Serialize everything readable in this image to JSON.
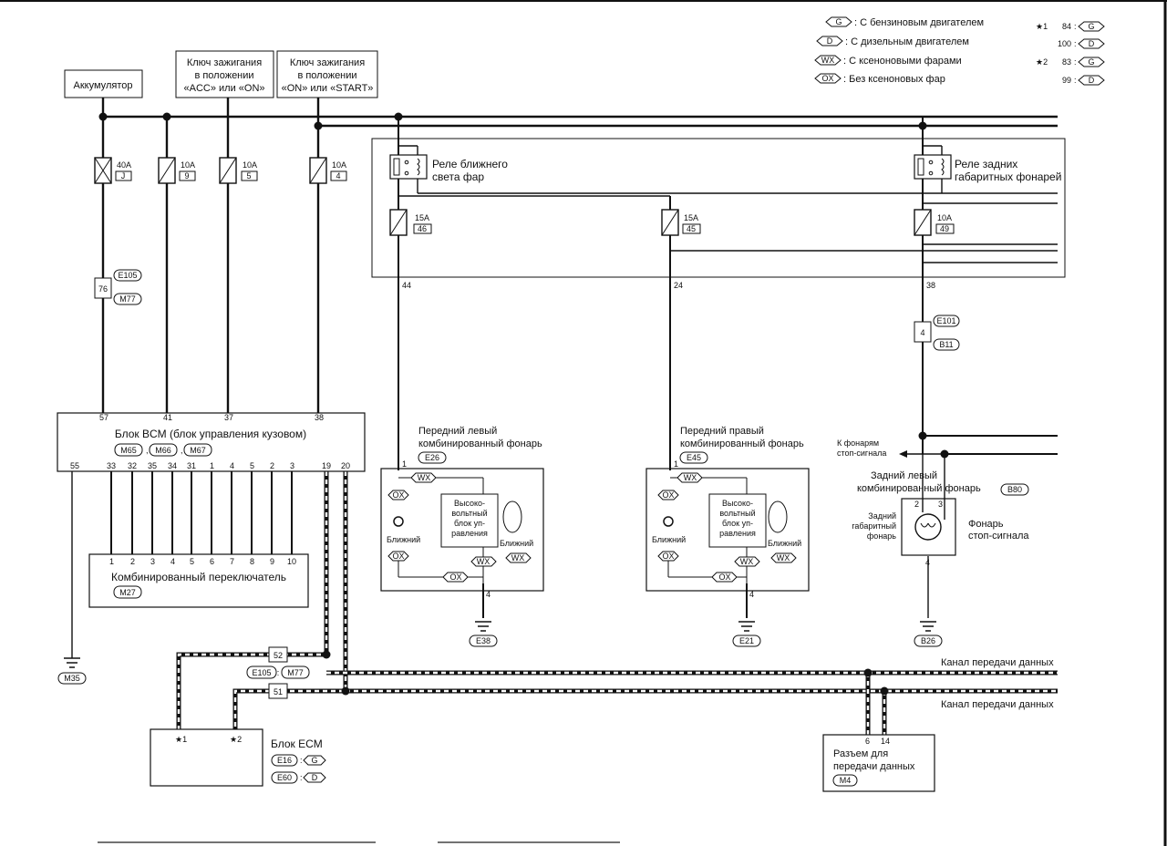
{
  "legend": {
    "items": [
      {
        "code": "G",
        "text": ": С бензиновым двигателем"
      },
      {
        "code": "D",
        "text": ": С дизельным двигателем"
      },
      {
        "code": "WX",
        "text": ": С ксеноновыми фарами"
      },
      {
        "code": "OX",
        "text": ": Без ксеноновых фар"
      }
    ],
    "notes": [
      {
        "mark": "★1",
        "rows": [
          {
            "pin": "84",
            "code": "G"
          },
          {
            "pin": "100",
            "code": "D"
          }
        ]
      },
      {
        "mark": "★2",
        "rows": [
          {
            "pin": "83",
            "code": "G"
          },
          {
            "pin": "99",
            "code": "D"
          }
        ]
      }
    ]
  },
  "sources": {
    "battery": "Аккумулятор",
    "ign_acc": [
      "Ключ зажигания",
      "в положении",
      "«ACC» или «ON»"
    ],
    "ign_start": [
      "Ключ зажигания",
      "в положении",
      "«ON» или «START»"
    ]
  },
  "fuses": [
    {
      "rating": "40A",
      "id": "J"
    },
    {
      "rating": "10A",
      "id": "9"
    },
    {
      "rating": "10A",
      "id": "5"
    },
    {
      "rating": "10A",
      "id": "4"
    },
    {
      "rating": "15A",
      "id": "46"
    },
    {
      "rating": "15A",
      "id": "45"
    },
    {
      "rating": "10A",
      "id": "49"
    }
  ],
  "relays": {
    "low_beam": [
      "Реле ближнего",
      "света фар"
    ],
    "tail": [
      "Реле задних",
      "габаритных фонарей"
    ]
  },
  "connectors": {
    "bcm_in": {
      "pin": "76",
      "top": "E105",
      "bottom": "M77"
    },
    "rear_in": {
      "pin": "4",
      "top": "E101",
      "bottom": "B11"
    },
    "joint": {
      "pin_top": "52",
      "pin_bottom": "51",
      "left": "E105",
      "right": "M77"
    }
  },
  "wire_numbers": {
    "w44": "44",
    "w24": "24",
    "w38": "38"
  },
  "bcm": {
    "title": "Блок BCM (блок управления кузовом)",
    "connectors": [
      "M65",
      "M66",
      "M67"
    ],
    "top_pins": [
      "57",
      "41",
      "37",
      "38"
    ],
    "bottom_pins": [
      "55",
      "33",
      "32",
      "35",
      "34",
      "31",
      "1",
      "4",
      "5",
      "2",
      "3",
      "19",
      "20"
    ]
  },
  "combi_switch": {
    "title": "Комбинированный переключатель",
    "connector": "M27",
    "pins": [
      "1",
      "2",
      "3",
      "4",
      "5",
      "6",
      "7",
      "8",
      "9",
      "10"
    ]
  },
  "grounds": {
    "bcm": "M35",
    "left": "E38",
    "right": "E21",
    "rear": "B26"
  },
  "front_left": {
    "title": [
      "Передний левый",
      "комбинированный фонарь"
    ],
    "connector": "E26",
    "unit": [
      "Высоко-",
      "вольтный",
      "блок уп-",
      "равления"
    ],
    "low": "Ближний",
    "pin_in": "1",
    "pin_gnd": "4"
  },
  "front_right": {
    "title": [
      "Передний правый",
      "комбинированный фонарь"
    ],
    "connector": "E45",
    "unit": [
      "Высоко-",
      "вольтный",
      "блок уп-",
      "равления"
    ],
    "low": "Ближний",
    "pin_in": "1",
    "pin_gnd": "4"
  },
  "rear_left": {
    "title": [
      "Задний левый",
      "комбинированный фонарь"
    ],
    "connector": "B80",
    "tail_label": [
      "Задний",
      "габаритный",
      "фонарь"
    ],
    "stop_label": [
      "Фонарь",
      "стоп-сигнала"
    ],
    "pins": [
      "2",
      "3",
      "4"
    ]
  },
  "stop_arrow": [
    "К фонарям",
    "стоп-сигнала"
  ],
  "ecm": {
    "title": "Блок ECM",
    "pins": [
      "★1",
      "★2"
    ],
    "connectors": [
      {
        "id": "E16",
        "code": "G"
      },
      {
        "id": "E60",
        "code": "D"
      }
    ]
  },
  "data_link": {
    "label1": "Канал передачи данных",
    "label2": "Канал передачи данных",
    "title": [
      "Разъем для",
      "передачи данных"
    ],
    "connector": "M4",
    "pins": [
      "6",
      "14"
    ]
  }
}
